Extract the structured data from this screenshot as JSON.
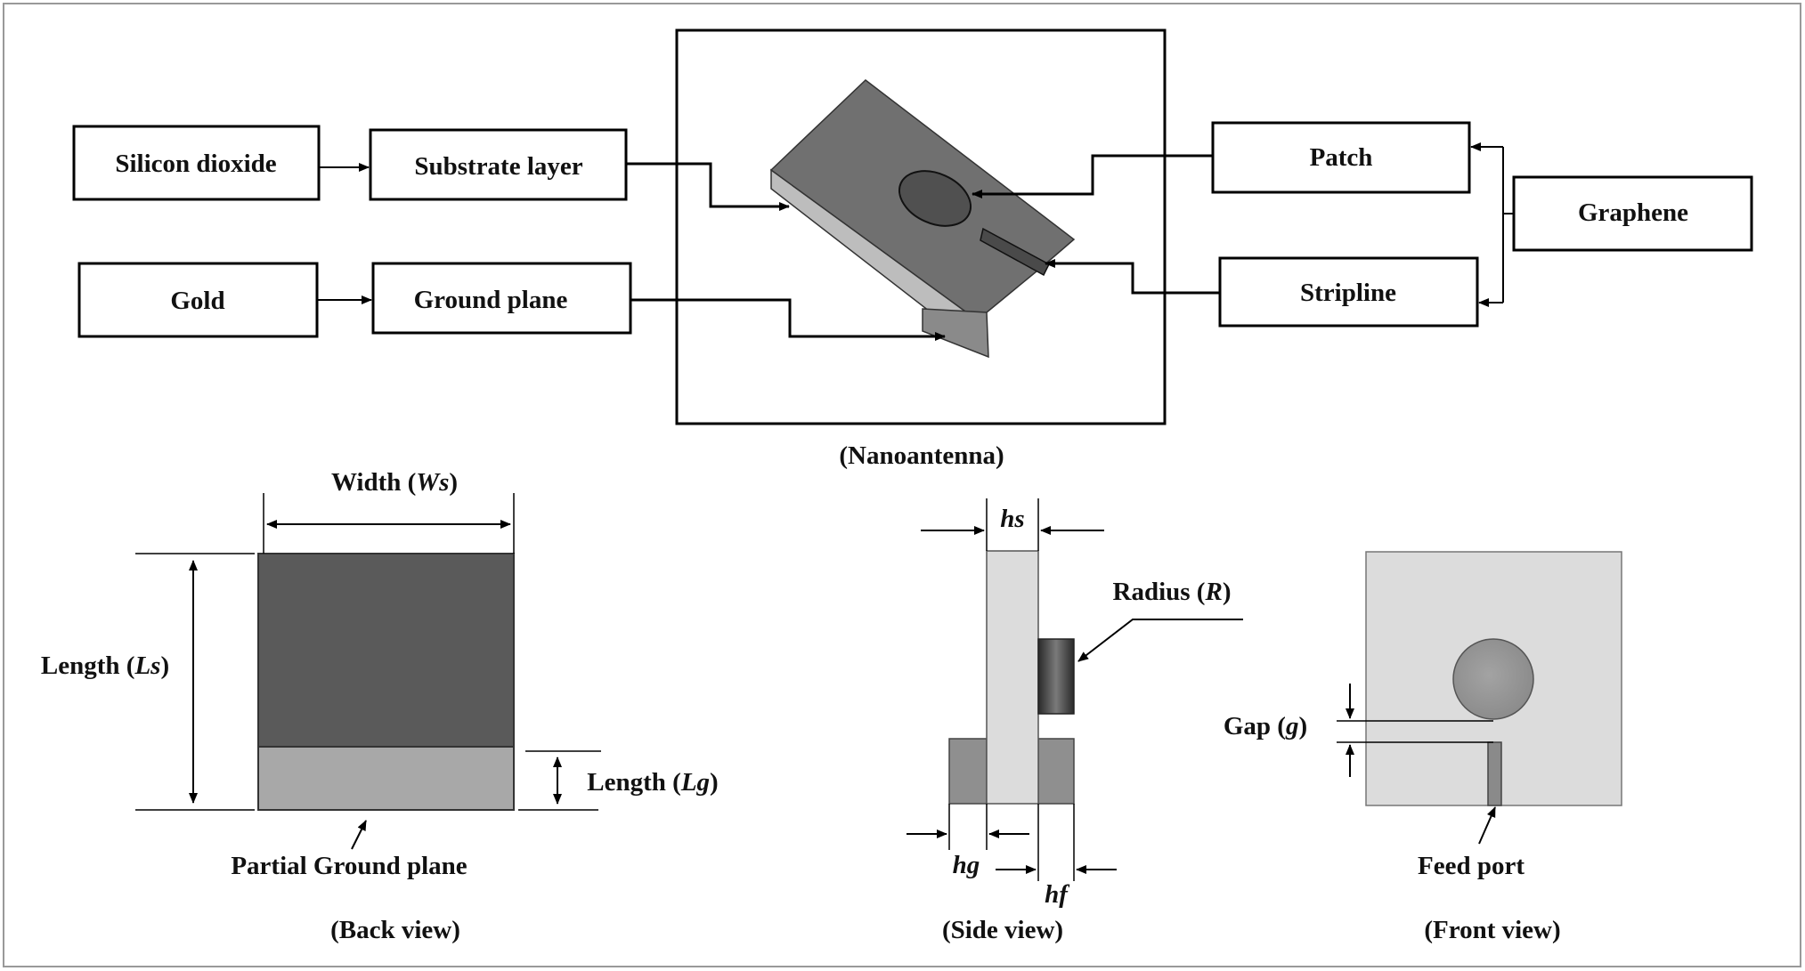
{
  "materials": {
    "silicon_dioxide": "Silicon dioxide",
    "gold": "Gold",
    "graphene": "Graphene"
  },
  "layers": {
    "substrate": "Substrate layer",
    "ground": "Ground plane",
    "patch": "Patch",
    "stripline": "Stripline"
  },
  "views": {
    "nanoantenna": "(Nanoantenna)",
    "back": "(Back view)",
    "side": "(Side view)",
    "front": "(Front view)"
  },
  "back_view": {
    "width_label": "Width (",
    "width_sym": "Ws",
    "length_label": "Length (",
    "length_sym": "Ls",
    "lg_label": "Length (",
    "lg_sym": "Lg",
    "close": ")",
    "partial_ground": "Partial Ground plane"
  },
  "side_view": {
    "hs": "hs",
    "hg": "hg",
    "hf": "hf",
    "radius_label": "Radius (",
    "radius_sym": "R",
    "close": ")"
  },
  "front_view": {
    "gap_label": "Gap (",
    "gap_sym": "g",
    "close": ")",
    "feed_port": "Feed port"
  },
  "colors": {
    "border": "#999999",
    "dark_gray": "#555555",
    "mid_gray": "#6d6d6d",
    "light_gray": "#a8a8a8",
    "pale_gray": "#dcdcdc",
    "line": "#000000"
  }
}
